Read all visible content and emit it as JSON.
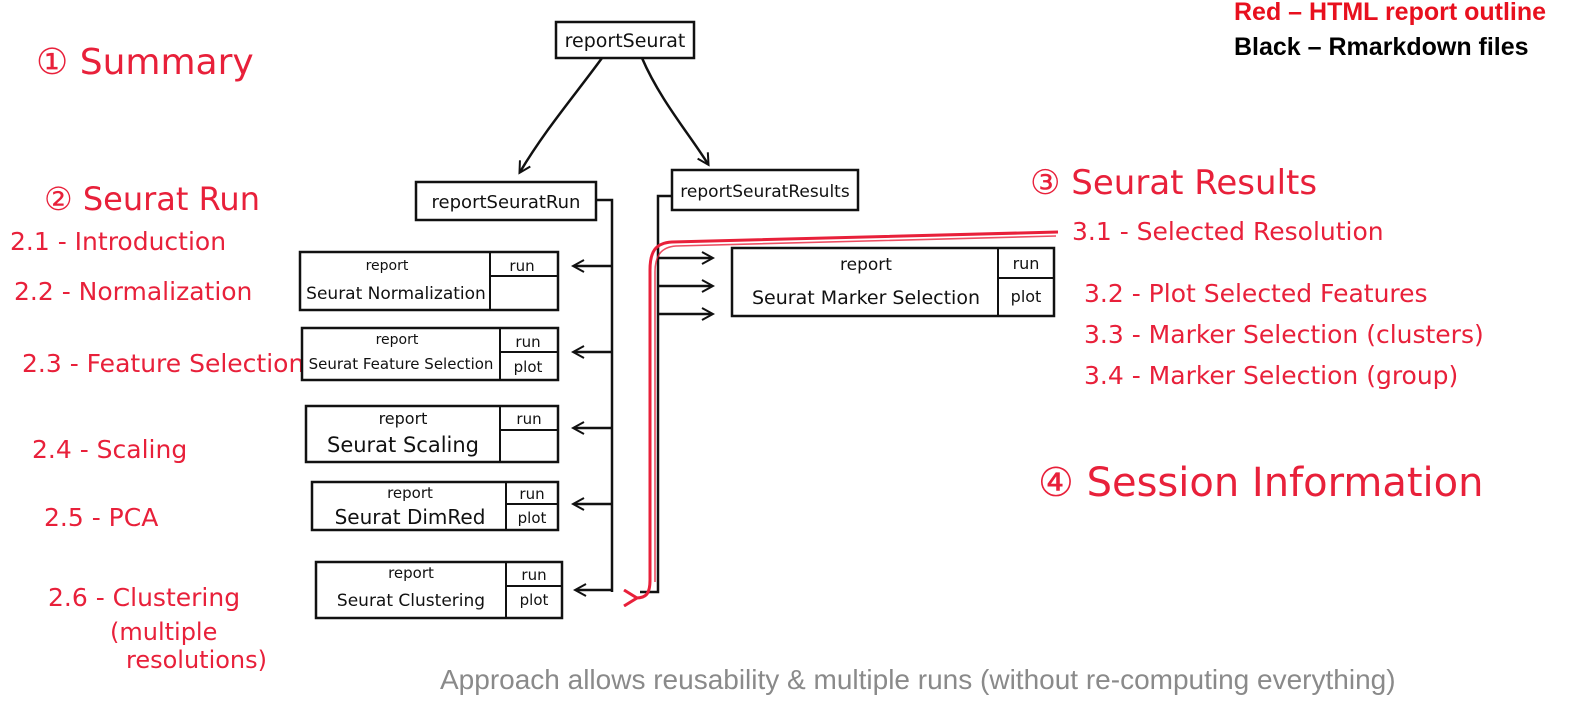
{
  "legend": {
    "red": "Red – HTML report outline",
    "black": "Black – Rmarkdown files"
  },
  "footer": "Approach allows reusability & multiple runs (without re-computing everything)",
  "outline": {
    "s1": "① Summary",
    "s2": "② Seurat Run",
    "s2_items": [
      "2.1 - Introduction",
      "2.2 - Normalization",
      "2.3 - Feature Selection",
      "2.4 - Scaling",
      "2.5 - PCA",
      "2.6 - Clustering",
      "(multiple",
      "resolutions)"
    ],
    "s3": "③ Seurat Results",
    "s3_items": [
      "3.1 - Selected Resolution",
      "3.2 - Plot Selected Features",
      "3.3 - Marker Selection (clusters)",
      "3.4 - Marker Selection (group)"
    ],
    "s4": "④ Session Information"
  },
  "files": {
    "root": "reportSeurat",
    "run": "reportSeuratRun",
    "results": "reportSeuratResults",
    "report_word": "report",
    "normalization": "Seurat Normalization",
    "feature_selection": "Seurat Feature Selection",
    "scaling": "Seurat Scaling",
    "dimred": "Seurat DimRed",
    "clustering": "Seurat Clustering",
    "marker_selection": "Seurat Marker Selection",
    "run_label": "run",
    "plot_label": "plot"
  },
  "colors": {
    "outline_red": "#e8203a",
    "ink_black": "#111111",
    "footer_gray": "#8a8a8a"
  }
}
